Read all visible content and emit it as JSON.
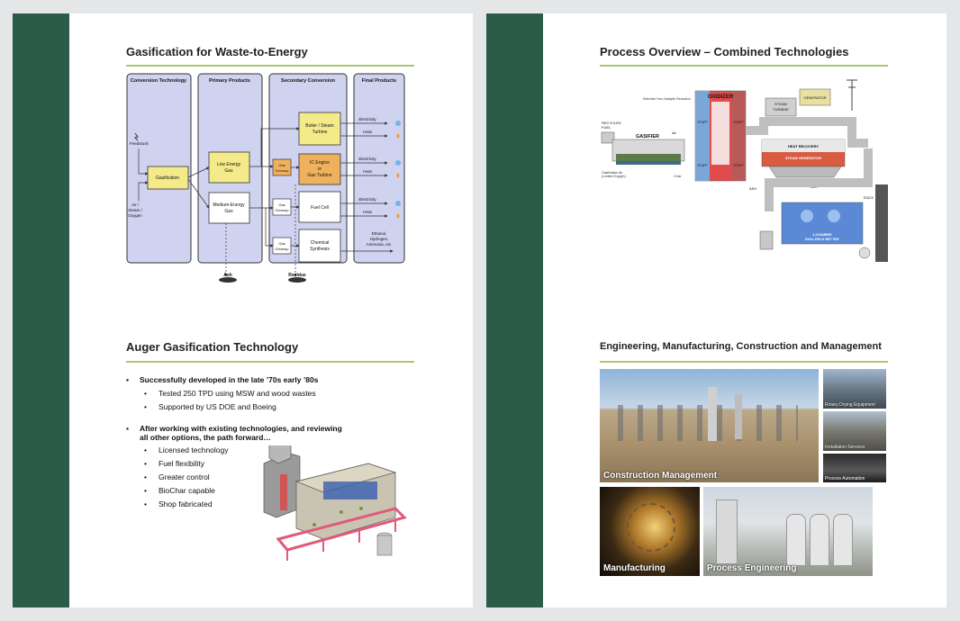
{
  "page1": {
    "sections": {
      "gasification": {
        "title": "Gasification for Waste-to-Energy",
        "columns": [
          "Conversion Technology",
          "Primary Products",
          "Secondary Conversion",
          "Final Products"
        ],
        "feedstock": "Feedstock",
        "gasification": "Gasification",
        "inputs": [
          "Air /",
          "Steam /",
          "Oxygen"
        ],
        "low_energy_gas": [
          "Low Energy",
          "Gas"
        ],
        "medium_energy_gas": [
          "Medium-Energy",
          "Gas"
        ],
        "boiler": [
          "Boiler / Steam",
          "Turbine"
        ],
        "ic_engine": [
          "IC Engine",
          "or",
          "Gas Turbine"
        ],
        "fuel_cell": "Fuel Cell",
        "chemical": [
          "Chemical",
          "Synthesis"
        ],
        "gas_cleanup": [
          "Gas",
          "Cleanup"
        ],
        "electricity": "Electricity",
        "heat": "Heat",
        "chem_products": [
          "Ethanol,",
          "Hydrogen,",
          "Ammonia, etc."
        ],
        "ash": "Ash",
        "residue": "Residue"
      },
      "auger": {
        "title": "Auger Gasification Technology",
        "bullet1": "Successfully developed in the late ’70s early ’80s",
        "sub1": [
          "Tested 250 TPD using MSW and wood wastes",
          "Supported by US DOE and Boeing"
        ],
        "bullet2_lines": [
          "After working with existing technologies, and reviewing",
          "all other options,  the path forward…"
        ],
        "sub2": [
          "Licensed technology",
          "Fuel flexibility",
          "Greater control",
          "BioChar capable",
          "Shop fabricated"
        ]
      }
    }
  },
  "page2": {
    "process": {
      "title": "Process Overview – Combined Technologies",
      "labels": {
        "scr": "Selective Non-Catalytic Reduction",
        "recycled_fuel": [
          "RECYCLED",
          "FUEL"
        ],
        "gasifier": "GASIFIER",
        "air": "Air",
        "oxidizer": "OXIDIZER",
        "steam_turbine": [
          "STEAM",
          "TURBINE"
        ],
        "generator": "GENERATOR",
        "hrsg": [
          "HEAT RECOVERY",
          "STEAM GENERATOR"
        ],
        "ash": "ASH",
        "char": "Char",
        "stack": "STACK",
        "esp": [
          "2-CHAMBER",
          "DUAL-FIELD WET ESP"
        ],
        "stuff": "STUFF",
        "gasification_air": [
          "Gasification Air",
          "(Limited Oxygen)"
        ]
      }
    },
    "engineering": {
      "title": "Engineering, Manufacturing, Construction and Management",
      "photo_labels": {
        "construction": "Construction Management",
        "rotary": "Rotary Drying Equipment",
        "installation": "Installation Services",
        "automation": "Process Automation",
        "manufacturing": "Manufacturing",
        "process_eng": "Process Engineering"
      }
    }
  },
  "colors": {
    "band": "#2d5b4a",
    "rule": "#a9c76b",
    "column_fill": "#cfd3f0",
    "yellow_box": "#f4ea8a",
    "orange_box": "#f0b15e"
  }
}
